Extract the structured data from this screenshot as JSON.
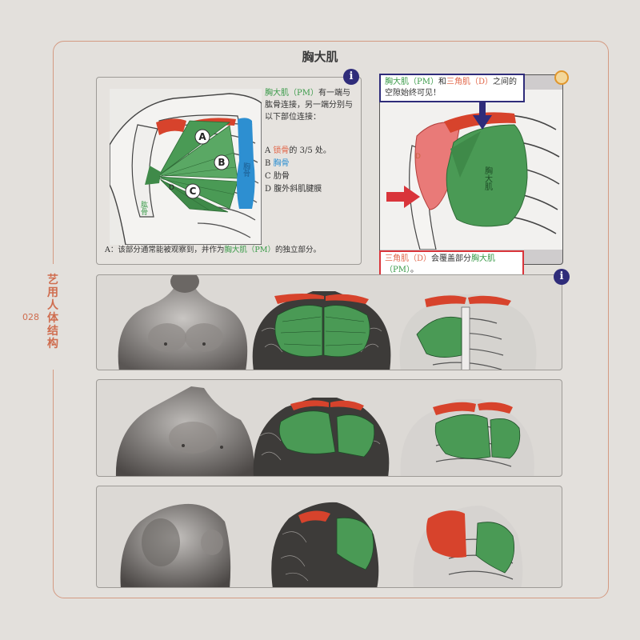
{
  "page": {
    "title": "胸大肌",
    "side_title": "艺用人体结构",
    "page_number": "028"
  },
  "top_left": {
    "intro_name": "胸大肌（PM）",
    "intro_text": "有一端与肱骨连接，另一端分别与以下部位连接：",
    "list": [
      {
        "letter": "A",
        "name": "锁骨",
        "suffix": "的 3/5 处。"
      },
      {
        "letter": "B",
        "name": "胸骨",
        "suffix": ""
      },
      {
        "letter": "C",
        "name": "肋骨",
        "suffix": ""
      },
      {
        "letter": "D",
        "name": "腹外斜肌腱膜",
        "suffix": ""
      }
    ],
    "footnote_pre": "A：该部分通常能被观察到，并作为",
    "footnote_name": "胸大肌（PM）",
    "footnote_post": "的独立部分。",
    "diagram_labels": {
      "a": "A",
      "b": "B",
      "c": "C",
      "d": "D",
      "humerus": "肱骨",
      "sternum": "胸骨"
    }
  },
  "top_right": {
    "note_top": {
      "pm": "胸大肌（PM）",
      "and": "和",
      "deltoid": "三角肌（D）",
      "rest": "之间的空隙始终可见！"
    },
    "note_bottom": {
      "deltoid": "三角肌（D）",
      "mid": "会覆盖部分",
      "pm": "胸大肌（PM）",
      "end": "。"
    },
    "diagram_labels": {
      "d": "D",
      "pm": "胸大肌"
    }
  },
  "icons": {
    "info_glyph": "i"
  },
  "colors": {
    "frame": "#d49a82",
    "accent_orange": "#cf6d4f",
    "muscle_green": "#4a9a55",
    "muscle_red": "#d7432c",
    "deltoid_pink": "#e97a78",
    "sternum_blue": "#2d8fd1",
    "icon_navy": "#2f2c7a",
    "note_red_border": "#d9353b",
    "note_navy_border": "#2f2c7a"
  }
}
